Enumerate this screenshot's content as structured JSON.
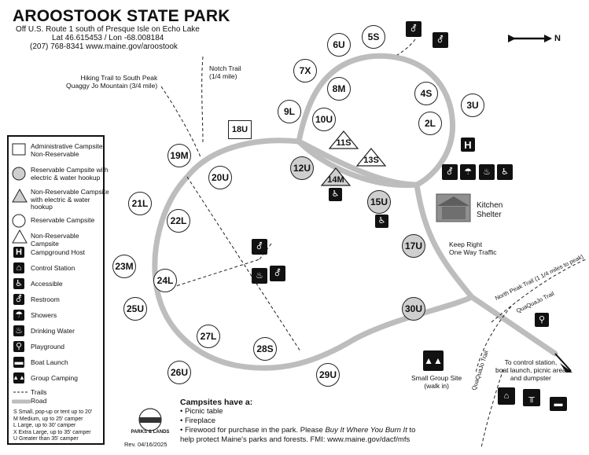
{
  "header": {
    "title": "AROOSTOOK STATE PARK",
    "lines": [
      "Off U.S. Route 1 south of Presque Isle on Echo Lake",
      "Lat 46.615453 / Lon -68.008184",
      "(207) 768-8341     www.maine.gov/aroostook"
    ]
  },
  "north_label": "N",
  "trails": {
    "notch": "Notch Trail\n(1/4 mile)",
    "south_peak": "Hiking Trail to South Peak\nQuaggy Jo Mountain (3/4 mile)",
    "north_peak": "North Peak Trail (1 1/4 miles to peak)",
    "quaquajo_upper": "QuaQuaJo Trail",
    "quaquajo_lower": "QuaQuaJo Trail"
  },
  "labels": {
    "kitchen": "Kitchen\nShelter",
    "keep_right": "Keep Right\nOne Way Traffic",
    "small_group": "Small Group Site\n(walk in)",
    "control": "To control station,\nboat launch, picnic area\nand dumpster"
  },
  "campsites_round": [
    "6U",
    "5S",
    "7X",
    "8M",
    "4S",
    "3U",
    "9L",
    "10U",
    "2L",
    "19M",
    "20U",
    "21L",
    "22L",
    "23M",
    "24L",
    "25U",
    "27L",
    "28S",
    "26U",
    "29U"
  ],
  "campsites_elec": [
    "12U",
    "15U",
    "17U",
    "30U"
  ],
  "campsites_admin": [
    "18U"
  ],
  "campsites_tri": [
    "11S",
    "13S"
  ],
  "campsites_tri_elec": [
    "14M"
  ],
  "legend": {
    "items": [
      "Administrative Campsite,\nNon-Reservable",
      "Reservable Campsite with\nelectric & water hookup",
      "Non-Reservable Campsite\nwith electric & water\nhookup",
      "Reservable Campsite",
      "Non-Reservable Campsite",
      "Campground Host",
      "Control Station",
      "Accessible",
      "Restroom",
      "Showers",
      "Drinking Water",
      "Playground",
      "Boat Launch",
      "Group Camping",
      "Trails",
      "Road"
    ],
    "sizes": [
      "S  Small, pop-up or tent up to 20'",
      "M  Medium, up to 25' camper",
      "L  Large, up to 30' camper",
      "X  Extra Large, up to 35' camper",
      "U  Greater than 35' camper"
    ]
  },
  "campsites_info": {
    "heading": "Campsites have a:",
    "items": [
      "• Picnic table",
      "• Fireplace"
    ],
    "firewood_pre": "• Firewood for purchase in the park. Please ",
    "firewood_em": "Buy It Where You Burn It",
    "firewood_post": " to",
    "firewood_line2": "help protect Maine's parks and forests. FMI: www.maine.gov/dacf/mfs"
  },
  "logo_text": "PARKS & LANDS",
  "revision": "Rev. 04/16/2025",
  "colors": {
    "road": "#bdbdbd",
    "electric_fill": "#cfcfcf",
    "icon": "#111111"
  }
}
